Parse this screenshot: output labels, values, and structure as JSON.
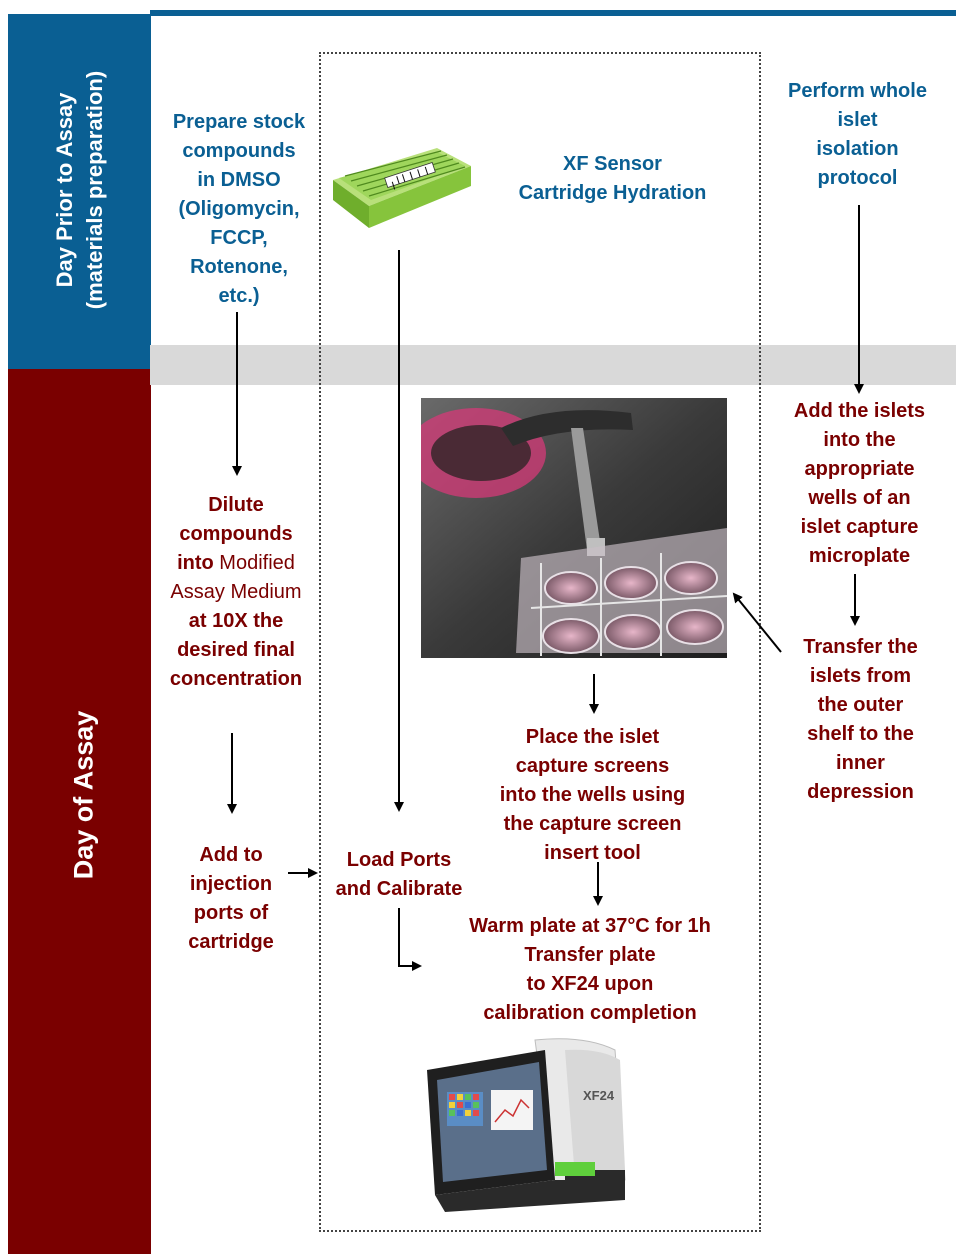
{
  "sidebar": {
    "prior_line1": "Day Prior to Assay",
    "prior_line2": "(materials preparation)",
    "day_of": "Day of Assay"
  },
  "day_prior": {
    "prepare_stock": [
      "Prepare stock",
      "compounds",
      "in DMSO",
      "(Oligomycin,",
      "FCCP,",
      "Rotenone,",
      "etc.)"
    ],
    "hydration": [
      "XF Sensor",
      "Cartridge Hydration"
    ],
    "isolation": [
      "Perform whole",
      "islet",
      "isolation",
      "protocol"
    ]
  },
  "day_of_assay": {
    "dilute": {
      "l1": "Dilute",
      "l2": "compounds",
      "l3a": "into ",
      "l3b": "Modified",
      "l4": "Assay Medium",
      "l5": "at 10X  the",
      "l6": "desired final",
      "l7": "concentration"
    },
    "add_injection": [
      "Add to",
      "injection",
      "ports of",
      "cartridge"
    ],
    "load_ports": [
      "Load Ports",
      "and Calibrate"
    ],
    "add_islets": [
      "Add the islets",
      "into the",
      "appropriate",
      "wells of an",
      "islet capture",
      "microplate"
    ],
    "transfer_islets": [
      "Transfer the",
      "islets from",
      "the outer",
      "shelf to the",
      "inner",
      "depression"
    ],
    "place_screens": [
      "Place the islet",
      "capture screens",
      "into the wells using",
      "the capture screen",
      "insert tool"
    ],
    "warm_plate": [
      "Warm plate at 37°C for 1h",
      "Transfer plate",
      "to XF24 upon",
      "calibration completion"
    ]
  },
  "instrument": {
    "badge": "XF24"
  },
  "colors": {
    "blue": "#0a5f93",
    "dark_red": "#7a0000",
    "gray_band": "#d9d9d9"
  }
}
